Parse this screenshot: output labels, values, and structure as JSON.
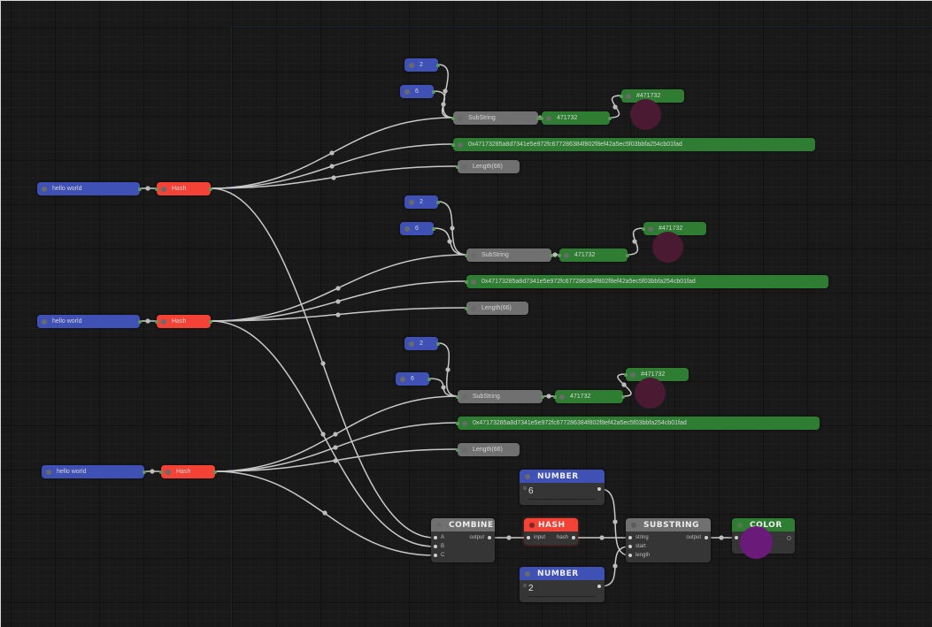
{
  "accent_colors": {
    "input": "#3f51b5",
    "hash": "#f44336",
    "output": "#2e7d32",
    "neutral": "#707070",
    "swatch_small": "#4a1a33",
    "swatch_big": "#6a1b7a"
  },
  "groups": [
    {
      "text_input": "hello world",
      "hash_label": "Hash",
      "start_value": "2",
      "length_value": "6",
      "substring_label": "SubString",
      "substring_result": "471732",
      "color_label": "#471732",
      "hash_output": "0x47173285a8d7341e5e972fc677286384f802f8ef42a5ec5f03bbfa254cb01fad",
      "length_label": "Length(66)"
    },
    {
      "text_input": "hello world",
      "hash_label": "Hash",
      "start_value": "2",
      "length_value": "6",
      "substring_label": "SubString",
      "substring_result": "471732",
      "color_label": "#471732",
      "hash_output": "0x47173285a8d7341e5e972fc677286384f802f8ef42a5ec5f03bbfa254cb01fad",
      "length_label": "Length(66)"
    },
    {
      "text_input": "hello world",
      "hash_label": "Hash",
      "start_value": "2",
      "length_value": "6",
      "substring_label": "SubString",
      "substring_result": "471732",
      "color_label": "#471732",
      "hash_output": "0x47173285a8d7341e5e972fc677286384f802f8ef42a5ec5f03bbfa254cb01fad",
      "length_label": "Length(66)"
    }
  ],
  "graph": {
    "combine": {
      "title": "COMBINE",
      "inputs": [
        "A",
        "B",
        "C"
      ],
      "output": "output"
    },
    "hash": {
      "title": "HASH",
      "input": "input",
      "output": "hash"
    },
    "number_top": {
      "title": "NUMBER",
      "value": "6"
    },
    "number_bottom": {
      "title": "NUMBER",
      "value": "2"
    },
    "substring": {
      "title": "SUBSTRING",
      "inputs": [
        "string",
        "start",
        "length"
      ],
      "output": "output"
    },
    "color": {
      "title": "COLOR"
    }
  }
}
